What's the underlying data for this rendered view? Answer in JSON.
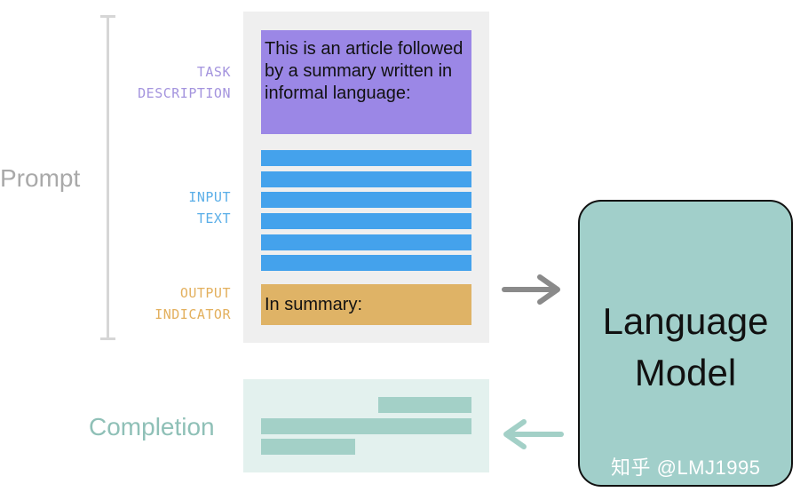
{
  "labels": {
    "prompt": "Prompt",
    "completion": "Completion",
    "task_description": [
      "TASK",
      "DESCRIPTION"
    ],
    "input_text": [
      "INPUT",
      "TEXT"
    ],
    "output_indicator": [
      "OUTPUT",
      "INDICATOR"
    ]
  },
  "task_text": "This is an article followed by a summary written in informal language:",
  "output_text": "In summary:",
  "model": [
    "Language",
    "Model"
  ],
  "watermark": "知乎 @LMJ1995",
  "colors": {
    "task": "#9b87e6",
    "input": "#44a2ec",
    "output": "#dfb366",
    "completion": "#a3d0c7",
    "model": "#a1cfca",
    "arrow": "#8a8a8a"
  }
}
